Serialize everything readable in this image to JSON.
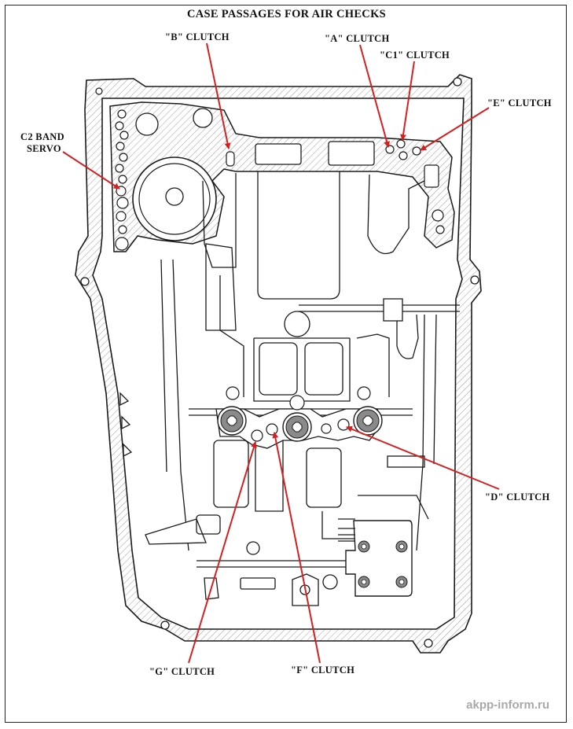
{
  "title": "CASE PASSAGES FOR AIR CHECKS",
  "labels": {
    "b_clutch": "\"B\" CLUTCH",
    "a_clutch": "\"A\" CLUTCH",
    "c1_clutch": "\"C1\" CLUTCH",
    "e_clutch": "\"E\" CLUTCH",
    "c2_band_line1": "C2 BAND",
    "c2_band_line2": "SERVO",
    "d_clutch": "\"D\" CLUTCH",
    "g_clutch": "\"G\" CLUTCH",
    "f_clutch": "\"F\" CLUTCH"
  },
  "watermark": "akpp-inform.ru",
  "colors": {
    "line": "#1a1a1a",
    "arrow": "#d42020",
    "hatch": "#9a9a9a",
    "bolt": "#8a8a8a"
  }
}
